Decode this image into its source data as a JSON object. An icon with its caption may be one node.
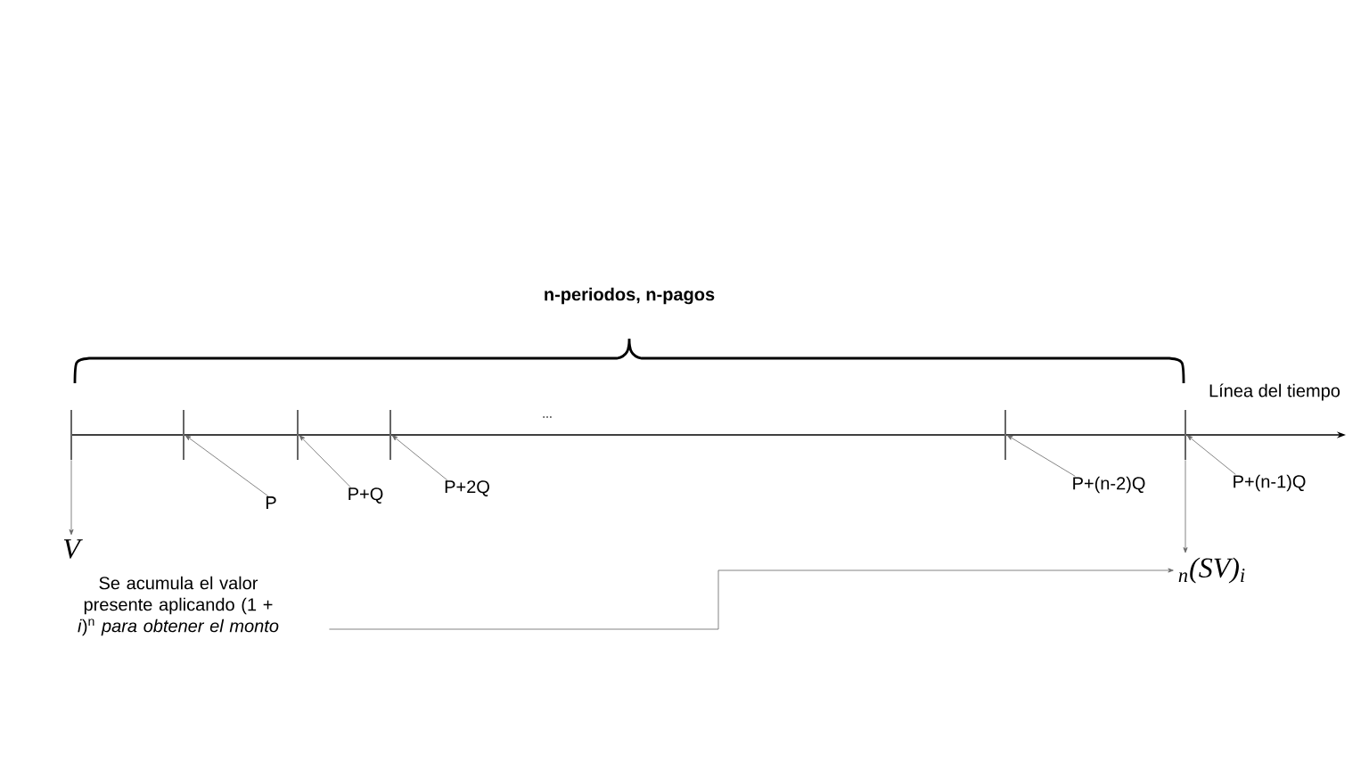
{
  "diagram": {
    "nodes": [
      {
        "text": [
          "V"
        ]
      },
      {
        "text": [
          "Se acumula el valor presente aplicando (1 + *i*)$^{n}$ *para obtener el monto*"
        ]
      },
      {
        "text": [
          "$_{n}$(SV)$_{i}$"
        ]
      },
      {
        "text": [
          "P"
        ]
      },
      {
        "text": [
          "P+Q"
        ]
      },
      {
        "text": [
          "P+2Q"
        ]
      },
      {
        "text": [
          "P+(n-2)Q"
        ]
      },
      {
        "text": [
          "P+(n-1)Q"
        ]
      },
      {
        "text": [],
        "shape": "bar"
      },
      {
        "text": [],
        "shape": "bar"
      },
      {
        "text": [],
        "shape": "bar"
      },
      {
        "text": [],
        "shape": "bar"
      },
      {
        "text": [],
        "shape": "bar"
      },
      {
        "text": [],
        "shape": "bar"
      }
    ],
    "edges": [
      {
        "from": 8,
        "to": 0,
        "arrow": "to"
      },
      {
        "from": 13,
        "to": 2,
        "arrow": "to"
      },
      {
        "from": 1,
        "to": 2,
        "arrow": "to"
      },
      {
        "from": 3,
        "to": 9,
        "arrow": "to"
      },
      {
        "from": 4,
        "to": 10,
        "arrow": "to"
      },
      {
        "from": 5,
        "to": 11,
        "arrow": "to"
      },
      {
        "from": 6,
        "to": 12,
        "arrow": "to"
      },
      {
        "from": 7,
        "to": 13,
        "arrow": "to"
      }
    ],
    "labels": [
      "n-periodos, n-pagos",
      "Línea del tiempo",
      "..."
    ]
  }
}
